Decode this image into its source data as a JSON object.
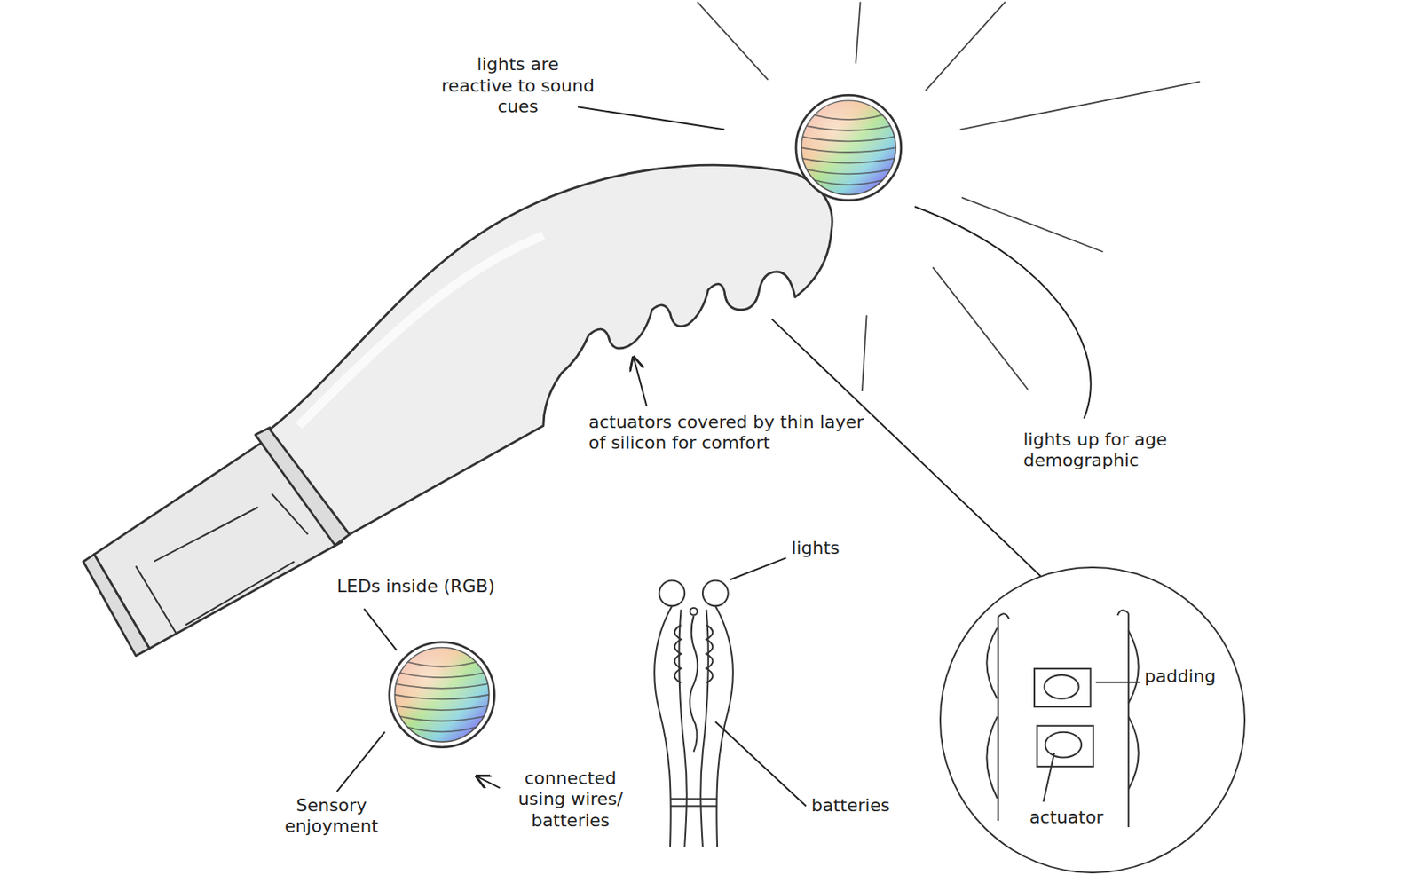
{
  "diagram": {
    "nodes": [
      {
        "text": [
          "padding",
          "actuator"
        ]
      }
    ],
    "labels": [
      "lights are reactive to sound cues",
      "actuators covered by thin layer of silicon for comfort",
      "lights up for age demographic",
      "LEDs inside (RGB)",
      "Sensory enjoyment",
      "connected using wires/ batteries",
      "lights",
      "batteries"
    ]
  }
}
